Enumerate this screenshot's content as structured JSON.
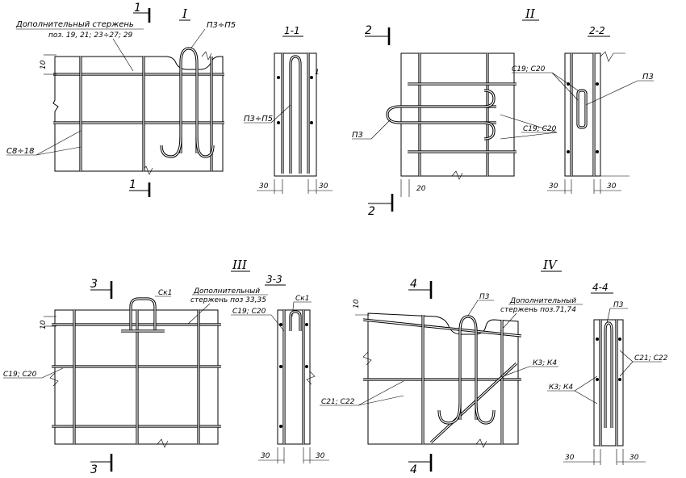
{
  "views": {
    "v1": {
      "numeral": "I",
      "section": "1-1",
      "cut_mark": "1",
      "note_line1": "Дополнительный стержень",
      "note_line2": "поз. 19, 21; 23÷27; 29",
      "loop_label": "П3÷П5",
      "mesh_label": "С8÷18",
      "sec_loop_label": "П3÷П5",
      "sec_ref": "1",
      "dim_height": "10",
      "dim_left": "30",
      "dim_right": "30"
    },
    "v2": {
      "numeral": "II",
      "section": "2-2",
      "cut_mark": "2",
      "loop_label": "П3",
      "dim_bottom": "20",
      "sec_label_top": "С19; С20",
      "sec_loop": "П3",
      "sec_label_mid": "С19; С20",
      "dim_left": "30",
      "dim_right": "30"
    },
    "v3": {
      "numeral": "III",
      "section": "3-3",
      "cut_mark": "3",
      "top_label": "Ск1",
      "note_line1": "Дополнительный",
      "note_line2": "стержень поз 33,35",
      "mesh_label": "С19; С20",
      "sec_label": "С19; С20",
      "sec_top": "Ск1",
      "dim_height": "10",
      "dim_left": "30",
      "dim_right": "30"
    },
    "v4": {
      "numeral": "IV",
      "section": "4-4",
      "cut_mark": "4",
      "loop_label": "П3",
      "note_line1": "Дополнительный",
      "note_line2": "стержень поз.71,74",
      "k_label": "К3; К4",
      "mesh_label": "С21; С22",
      "sec_top": "П3",
      "sec_label": "С21; С22",
      "sec_k": "К3; К4",
      "dim_height": "10",
      "dim_left": "30",
      "dim_right": "30"
    }
  }
}
